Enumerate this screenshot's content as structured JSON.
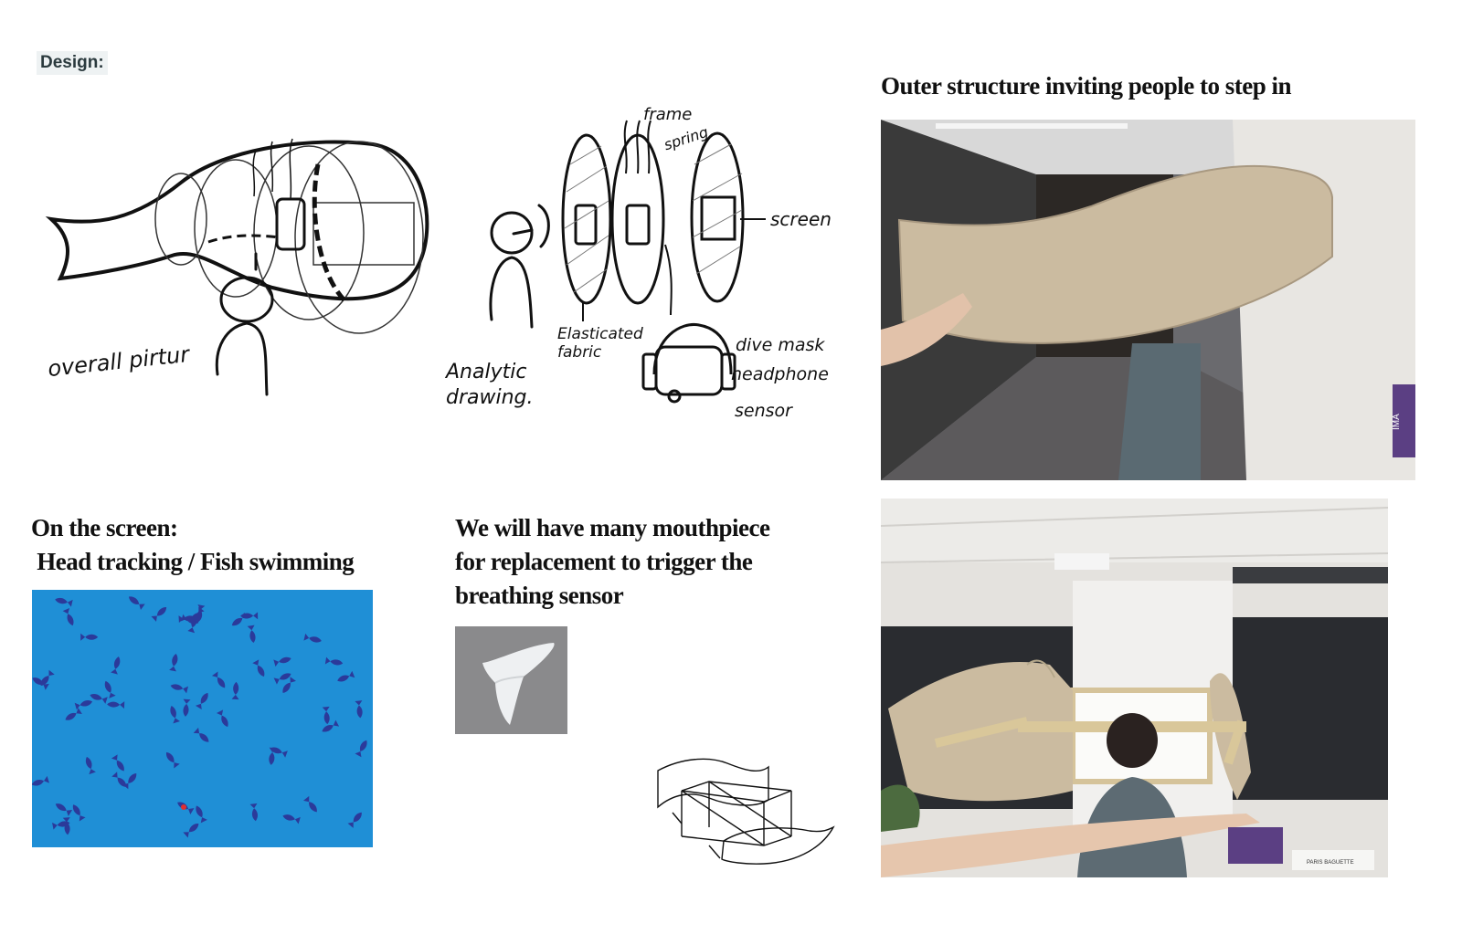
{
  "section_label": "Design:",
  "sketch_labels": {
    "overall": "overall pirtur",
    "analytic": "Analytic\ndrawing.",
    "frame": "frame",
    "spring": "spring",
    "screen": "screen",
    "fabric": "Elasticated\nfabric",
    "dive_mask": "dive mask",
    "headphone": "headphone",
    "sensor": "sensor"
  },
  "headings": {
    "outer_structure": "Outer structure inviting people to step in",
    "on_screen": "On the screen:\n Head tracking / Fish swimming",
    "mouthpiece": "We will have many mouthpiece\nfor replacement to trigger the\nbreathing sensor"
  },
  "photo_text": {
    "paris_baguette": "PARIS BAGUETTE",
    "ima": "IMA"
  },
  "colors": {
    "ocean": "#1f8fd6",
    "fish": "#2b3a9a",
    "wood": "#cbbba0",
    "ink": "#111111"
  }
}
